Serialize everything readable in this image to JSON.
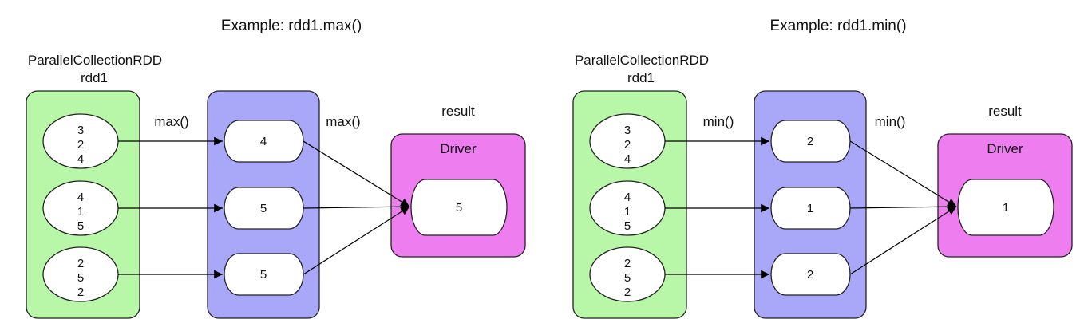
{
  "colors": {
    "partitions_fill": "#b8f7a8",
    "stage_fill": "#a9a7f8",
    "driver_fill": "#ee7ef0",
    "node_fill": "#ffffff",
    "stroke": "#222222",
    "arrow": "#000000"
  },
  "diagrams": [
    {
      "title": "Example: rdd1.max()",
      "rdd_class": "ParallelCollectionRDD",
      "rdd_name": "rdd1",
      "partitions": [
        [
          "3",
          "2",
          "4"
        ],
        [
          "4",
          "1",
          "5"
        ],
        [
          "2",
          "5",
          "2"
        ]
      ],
      "op_label": "max()",
      "partials": [
        "4",
        "5",
        "5"
      ],
      "result_label": "result",
      "driver_label": "Driver",
      "result": "5"
    },
    {
      "title": "Example: rdd1.min()",
      "rdd_class": "ParallelCollectionRDD",
      "rdd_name": "rdd1",
      "partitions": [
        [
          "3",
          "2",
          "4"
        ],
        [
          "4",
          "1",
          "5"
        ],
        [
          "2",
          "5",
          "2"
        ]
      ],
      "op_label": "min()",
      "partials": [
        "2",
        "1",
        "2"
      ],
      "result_label": "result",
      "driver_label": "Driver",
      "result": "1"
    }
  ]
}
